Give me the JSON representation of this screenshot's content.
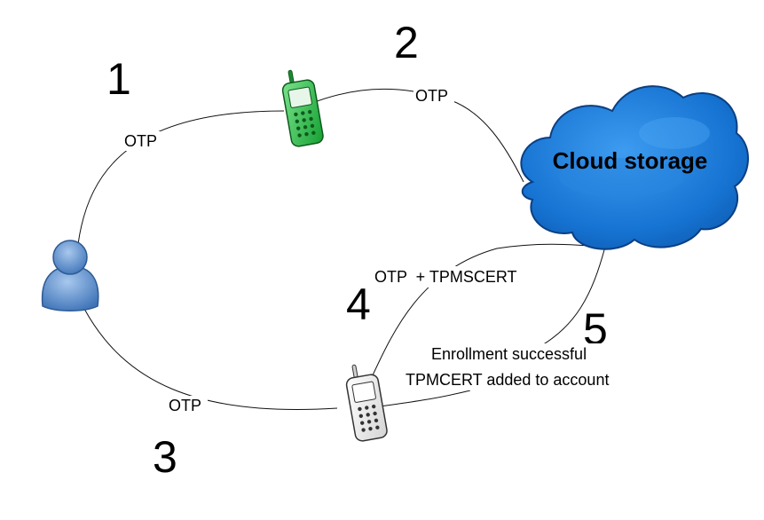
{
  "step_numbers": [
    "1",
    "2",
    "3",
    "4",
    "5"
  ],
  "edge_labels": {
    "user_to_phone": "OTP",
    "phone_to_cloud": "OTP",
    "user_to_device": "OTP",
    "device_to_cloud": "OTP  + TPMSCERT",
    "cloud_to_device_line1": "Enrollment successful",
    "cloud_to_device_line2": "TPMCERT added to account"
  },
  "nodes": {
    "user": {
      "icon": "user-icon",
      "color": "#5b8fcf"
    },
    "phone": {
      "icon": "mobile-phone-icon",
      "color": "#19b53c"
    },
    "device": {
      "icon": "mobile-phone-icon",
      "color": "#ffffff"
    },
    "cloud": {
      "label": "Cloud storage",
      "icon": "cloud-icon",
      "color": "#1a77d6"
    }
  }
}
